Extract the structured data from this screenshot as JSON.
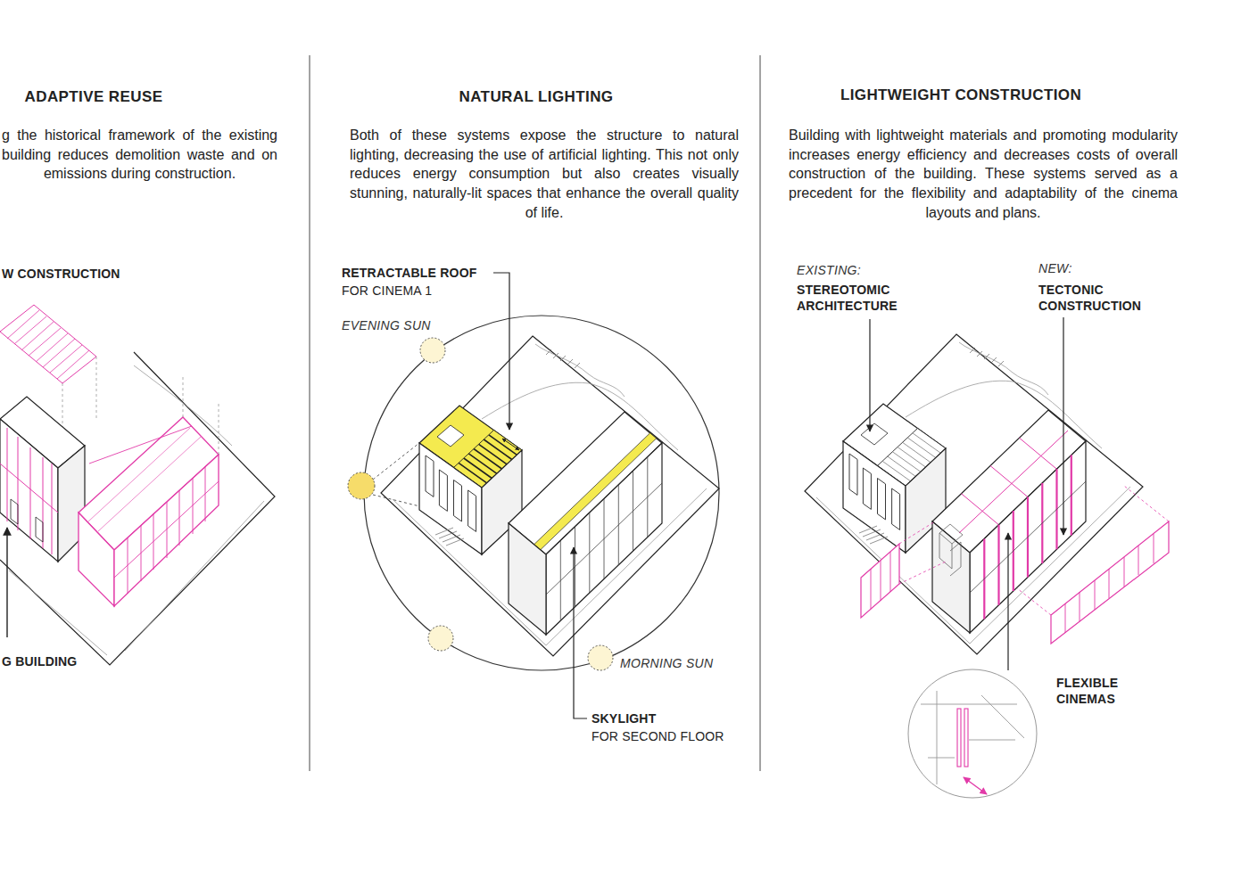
{
  "diagram": {
    "labels": [
      "ADAPTIVE REUSE",
      "g the historical framework of the existing building reduces demolition waste and on emissions during construction.",
      "W CONSTRUCTION",
      "G BUILDING",
      "NATURAL LIGHTING",
      "Both of these systems expose the structure to natural lighting, decreasing the use of artificial lighting. This not only reduces energy consumption but also creates visually stunning, naturally-lit spaces that enhance the overall quality of life.",
      "RETRACTABLE ROOF",
      "FOR CINEMA 1",
      "EVENING SUN",
      "MORNING SUN",
      "SKYLIGHT",
      "FOR SECOND FLOOR",
      "LIGHTWEIGHT CONSTRUCTION",
      "Building with lightweight materials and promoting modularity increases energy efficiency and decreases costs of overall construction of the building. These systems served as a precedent for the flexibility and adaptability of the cinema layouts and plans.",
      "EXISTING:",
      "STEREOTOMIC ARCHITECTURE",
      "NEW:",
      "TECTONIC CONSTRUCTION",
      "FLEXIBLE CINEMAS"
    ]
  }
}
